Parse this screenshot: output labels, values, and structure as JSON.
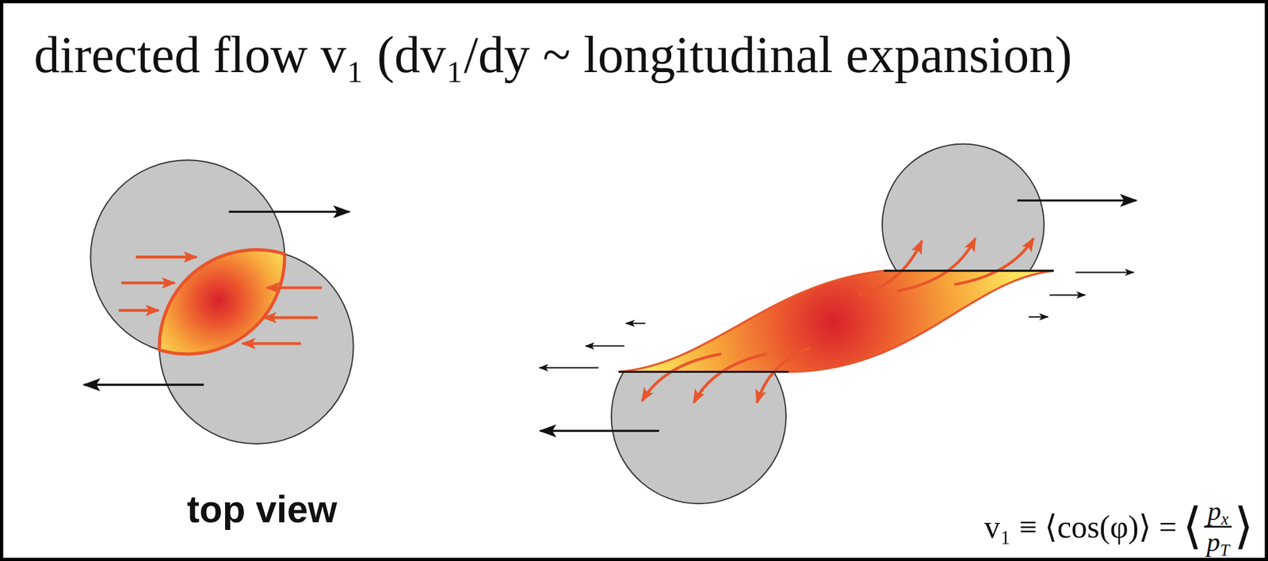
{
  "diagram": {
    "title": "directed flow v₁ (dv₁/dy ~ longitudinal expansion)",
    "labels": [
      "top view",
      "v₁ ≡ ⟨cos(φ)⟩ =",
      "⟨",
      "p",
      "x",
      "p",
      "T",
      "⟩"
    ]
  }
}
